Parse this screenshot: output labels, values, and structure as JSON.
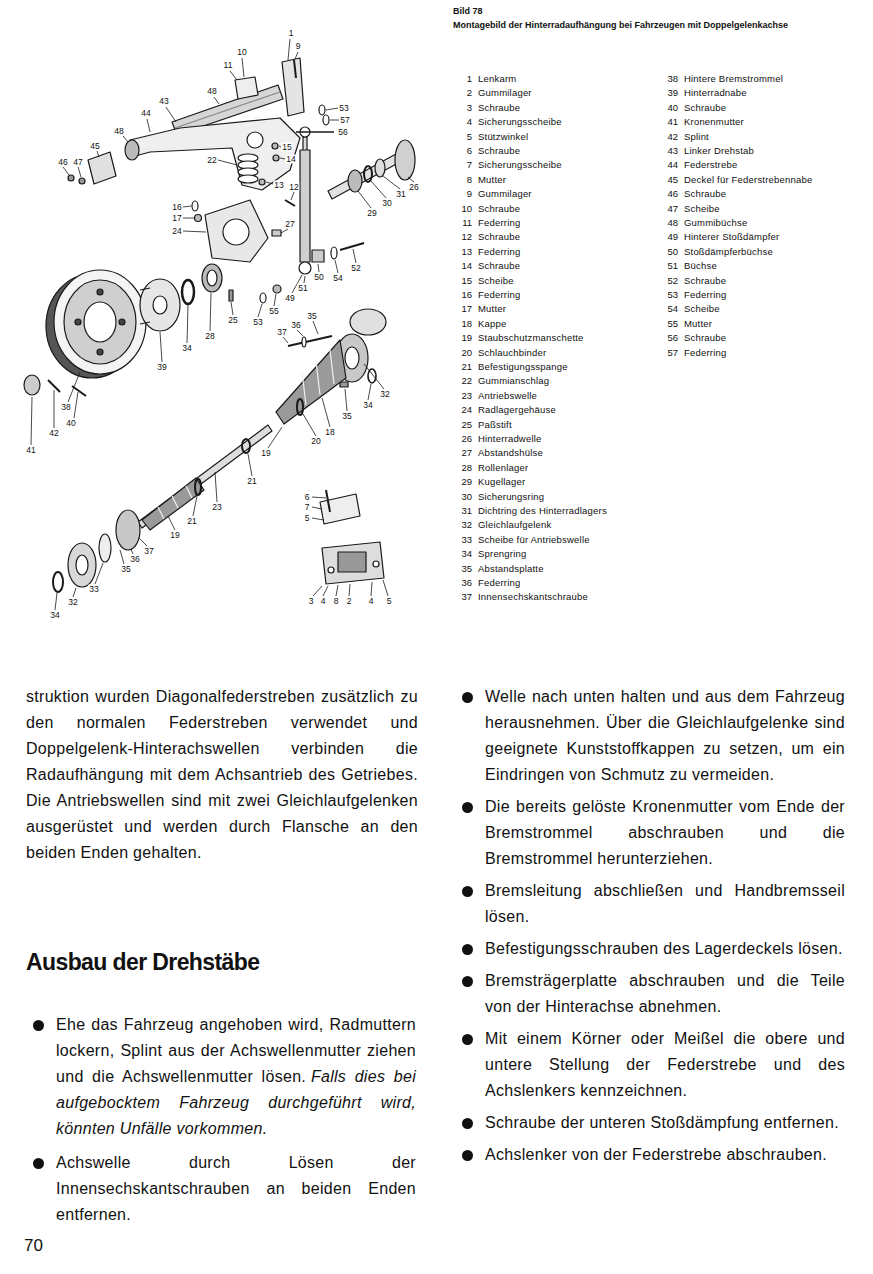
{
  "diagram": {
    "title": "Ausbau der Drehstäbe",
    "caption": "Montagebild der Hinterradaufhängung bei Fahrzeugen mit Doppelgelenkachse",
    "labels": [
      "Bild 78",
      "1",
      "9",
      "10",
      "11",
      "48",
      "43",
      "44",
      "48",
      "45",
      "46",
      "47",
      "53",
      "57",
      "56",
      "22",
      "15",
      "14",
      "13",
      "12",
      "27",
      "26",
      "31",
      "30",
      "29",
      "16",
      "17",
      "24",
      "52",
      "54",
      "50",
      "51",
      "49",
      "55",
      "53",
      "25",
      "28",
      "34",
      "39",
      "38",
      "40",
      "42",
      "41",
      "35",
      "36",
      "37",
      "32",
      "34",
      "35",
      "18",
      "20",
      "19",
      "21",
      "23",
      "21",
      "19",
      "37",
      "36",
      "35",
      "33",
      "32",
      "34",
      "6",
      "7",
      "5",
      "3",
      "4",
      "8",
      "2",
      "4",
      "5",
      "1",
      "Lenkarm",
      "2",
      "Gummilager",
      "3",
      "Schraube",
      "4",
      "Sicherungsscheibe",
      "5",
      "Stützwinkel",
      "6",
      "Schraube",
      "7",
      "Sicherungsscheibe",
      "8",
      "Mutter",
      "9",
      "Gummilager",
      "10",
      "Schraube",
      "11",
      "Federring",
      "12",
      "Schraube",
      "13",
      "Federring",
      "14",
      "Schraube",
      "15",
      "Scheibe",
      "16",
      "Federring",
      "17",
      "Mutter",
      "18",
      "Kappe",
      "19",
      "Staubschutzmanschette",
      "20",
      "Schlauchbinder",
      "21",
      "Befestigungsspange",
      "22",
      "Gummianschlag",
      "23",
      "Antriebswelle",
      "24",
      "Radlagergehäuse",
      "25",
      "Paßstift",
      "26",
      "Hinterradwelle",
      "27",
      "Abstandshülse",
      "28",
      "Rollenlager",
      "29",
      "Kugellager",
      "30",
      "Sicherungsring",
      "31",
      "Dichtring des Hinterradlagers",
      "32",
      "Gleichlaufgelenk",
      "33",
      "Scheibe für Antriebswelle",
      "34",
      "Sprengring",
      "35",
      "Abstandsplatte",
      "36",
      "Federring",
      "37",
      "Innensechskantschraube",
      "38",
      "Hintere Bremstrommel",
      "39",
      "Hinterradnabe",
      "40",
      "Schraube",
      "41",
      "Kronenmutter",
      "42",
      "Splint",
      "43",
      "Linker Drehstab",
      "44",
      "Federstrebe",
      "45",
      "Deckel für Federstrebennabe",
      "46",
      "Schraube",
      "47",
      "Scheibe",
      "48",
      "Gummibüchse",
      "49",
      "Hinterer Stoßdämpfer",
      "50",
      "Stoßdämpferbüchse",
      "51",
      "Büchse",
      "52",
      "Schraube",
      "53",
      "Federring",
      "54",
      "Scheibe",
      "55",
      "Mutter",
      "56",
      "Schraube",
      "57",
      "Federring",
      "struktion wurden Diagonalfederstreben zusätzlich zu den normalen Federstreben verwendet und Doppelgelenk-Hinterachswellen verbinden die Radaufhängung mit dem Achsantrieb des Getriebes. Die Antriebswellen sind mit zwei Gleichlaufgelenken ausgerüstet und werden durch Flansche an den beiden Enden gehalten.",
      "Ehe das Fahrzeug angehoben wird, Radmuttern lockern, Splint aus der Achswellenmutter ziehen und die Achswellenmutter lösen.",
      "Falls dies bei aufgebocktem Fahrzeug durchgeführt wird, könnten Unfälle vorkommen.",
      "Achswelle durch Lösen der Innensechskantschrauben an beiden Enden entfernen.",
      "Welle nach unten halten und aus dem Fahrzeug herausnehmen. Über die Gleichlaufgelenke sind geeignete Kunststoffkappen zu setzen, um ein Eindringen von Schmutz zu vermeiden.",
      "Die bereits gelöste Kronenmutter vom Ende der Bremstrommel abschrauben und die Bremstrommel herunterziehen.",
      "Bremsleitung abschließen und Handbremsseil lösen.",
      "Befestigungsschrauben des Lagerdeckels lösen.",
      "Bremsträgerplatte abschrauben und die Teile von der Hinterachse abnehmen.",
      "Mit einem Körner oder Meißel die obere und untere Stellung der Federstrebe und des Achslenkers kennzeichnen.",
      "Schraube der unteren Stoßdämpfung entfernen.",
      "Achslenker von der Federstrebe abschrauben.",
      "70"
    ]
  }
}
